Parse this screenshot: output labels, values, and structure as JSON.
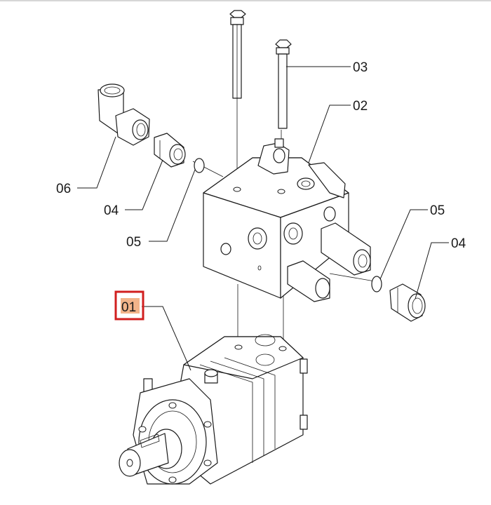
{
  "callouts": [
    {
      "id": "part-01",
      "text": "01",
      "highlighted": true
    },
    {
      "id": "part-02",
      "text": "02",
      "highlighted": false
    },
    {
      "id": "part-03",
      "text": "03",
      "highlighted": false
    },
    {
      "id": "part-04-left",
      "text": "04",
      "highlighted": false
    },
    {
      "id": "part-04-right",
      "text": "04",
      "highlighted": false
    },
    {
      "id": "part-05-left",
      "text": "05",
      "highlighted": false
    },
    {
      "id": "part-05-right",
      "text": "05",
      "highlighted": false
    },
    {
      "id": "part-06",
      "text": "06",
      "highlighted": false
    }
  ],
  "colors": {
    "highlight_box": "#d11f1f",
    "highlight_fill": "#f2b48a",
    "line": "#1a1a1a"
  }
}
